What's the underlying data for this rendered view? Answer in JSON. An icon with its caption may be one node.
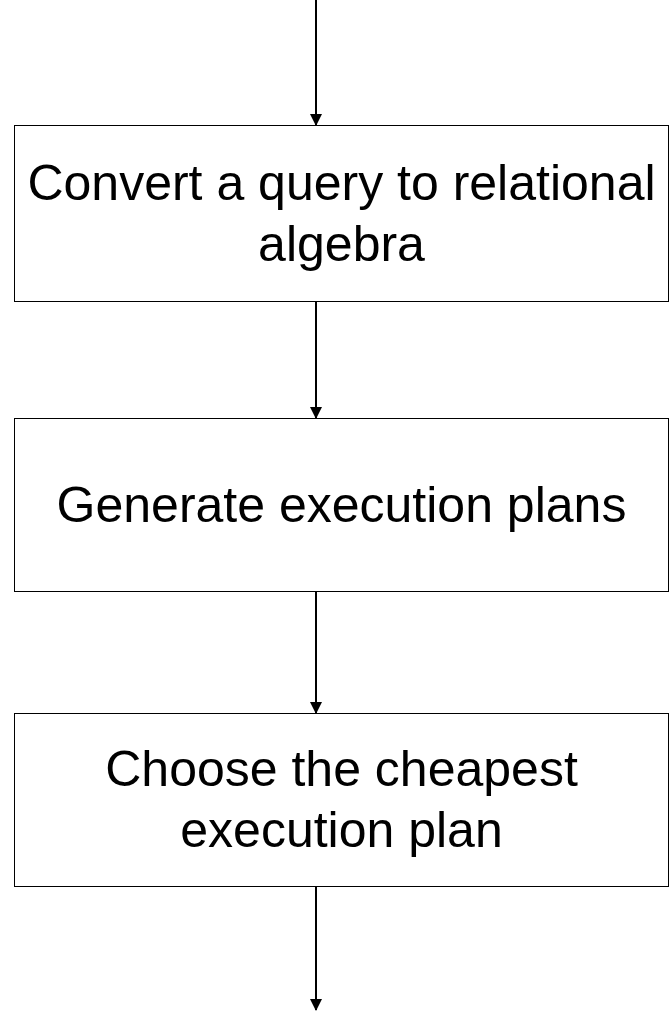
{
  "diagram": {
    "nodes": [
      {
        "text": [
          "Convert a query to relational algebra"
        ]
      },
      {
        "text": [
          "Generate execution plans"
        ]
      },
      {
        "text": [
          "Choose the cheapest execution plan"
        ]
      }
    ],
    "edges": [
      {
        "from": null,
        "to": 0,
        "arrow": "to"
      },
      {
        "from": 0,
        "to": 1,
        "arrow": "to"
      },
      {
        "from": 1,
        "to": 2,
        "arrow": "to"
      },
      {
        "from": 2,
        "to": null,
        "arrow": "to"
      }
    ]
  }
}
